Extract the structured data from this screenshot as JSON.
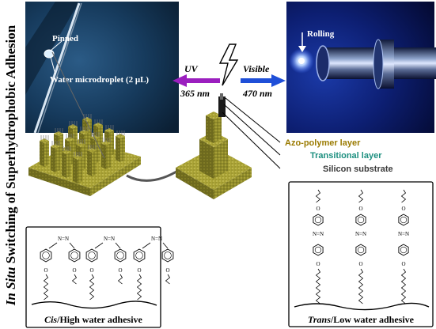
{
  "title": {
    "italic": "In Situ",
    "rest": " Switching of Superhydrophobic Adhesion"
  },
  "photo_left": {
    "pinned_label": "Pinned",
    "droplet_label": "Water microdroplet (2 μL)"
  },
  "photo_right": {
    "rolling_label": "Rolling"
  },
  "light": {
    "uv_label": "UV",
    "uv_wavelength": "365 nm",
    "visible_label": "Visible",
    "visible_wavelength": "470 nm",
    "uv_color": "#9b1fbf",
    "visible_color": "#1f4fd8"
  },
  "layers": {
    "azo": {
      "label": "Azo-polymer layer",
      "color": "#9a7a00"
    },
    "transitional": {
      "label": "Transitional layer",
      "color": "#1c8f7f"
    },
    "silicon": {
      "label": "Silicon substrate",
      "color": "#3a3a3a"
    }
  },
  "panels": {
    "cis": {
      "italic": "Cis",
      "rest": "/High water adhesive"
    },
    "trans": {
      "italic": "Trans",
      "rest": "/Low water adhesive"
    }
  },
  "chem": {
    "azo_bond": "N=N",
    "oxygen": "O"
  }
}
